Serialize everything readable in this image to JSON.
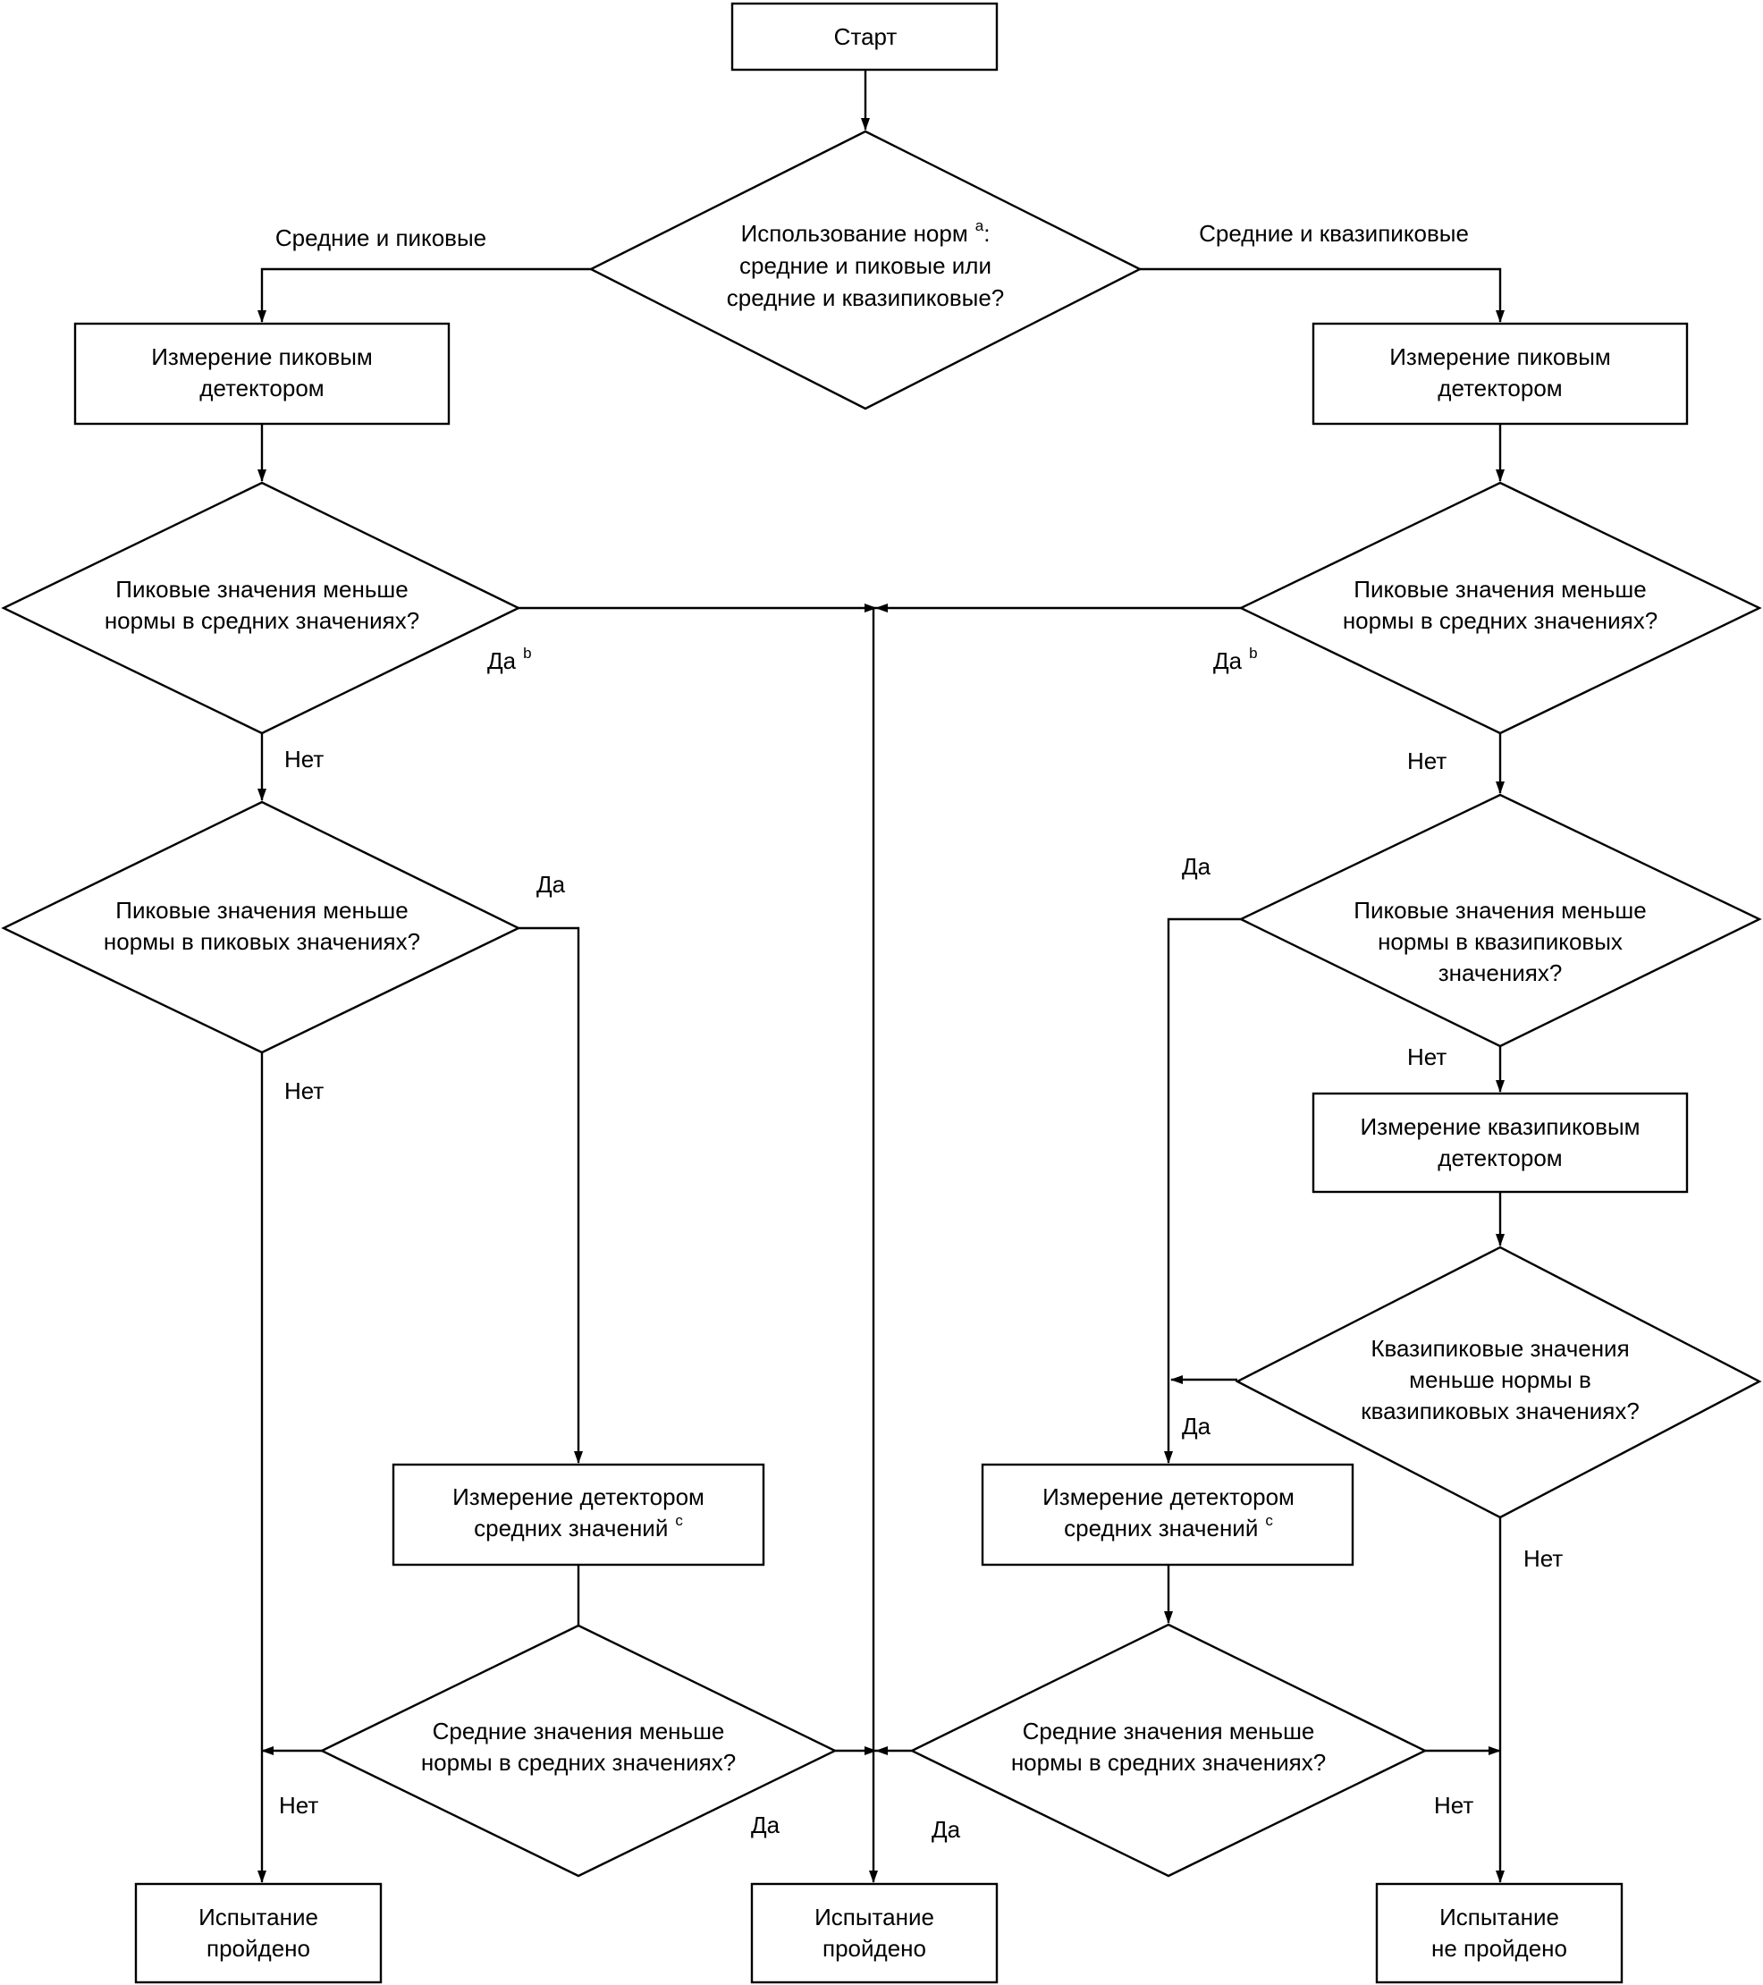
{
  "nodes": {
    "start": [
      "Старт"
    ],
    "decision_norms": [
      "Использование норм",
      "средние и пиковые или",
      "средние и квазипиковые?"
    ],
    "peak_measure_left": [
      "Измерение пиковым",
      "детектором"
    ],
    "peak_measure_right": [
      "Измерение пиковым",
      "детектором"
    ],
    "d_peak_vs_avg_left": [
      "Пиковые значения меньше",
      "нормы в средних значениях?"
    ],
    "d_peak_vs_avg_right": [
      "Пиковые значения меньше",
      "нормы в средних значениях?"
    ],
    "d_peak_vs_peak": [
      "Пиковые значения меньше",
      "нормы в пиковых значениях?"
    ],
    "d_peak_vs_qp": [
      "Пиковые значения меньше",
      "нормы в квазипиковых",
      "значениях?"
    ],
    "qp_measure": [
      "Измерение квазипиковым",
      "детектором"
    ],
    "d_qp_vs_qp": [
      "Квазипиковые значения",
      "меньше нормы в",
      "квазипиковых значениях?"
    ],
    "avg_measure_left": [
      "Измерение детектором",
      "средних значений"
    ],
    "avg_measure_right": [
      "Измерение детектором",
      "средних значений"
    ],
    "d_avg_left": [
      "Средние значения меньше",
      "нормы в средних значениях?"
    ],
    "d_avg_right": [
      "Средние значения меньше",
      "нормы в средних значениях?"
    ],
    "result_pass_left": [
      "Испытание",
      "пройдено"
    ],
    "result_pass_center": [
      "Испытание",
      "пройдено"
    ],
    "result_fail": [
      "Испытание",
      "не пройдено"
    ]
  },
  "footnotes": {
    "a": "a",
    "b": "b",
    "c": "c"
  },
  "edge_labels": {
    "avg_and_peak": "Средние и пиковые",
    "avg_and_qp": "Средние и квазипиковые",
    "yes": "Да",
    "no": "Нет"
  }
}
